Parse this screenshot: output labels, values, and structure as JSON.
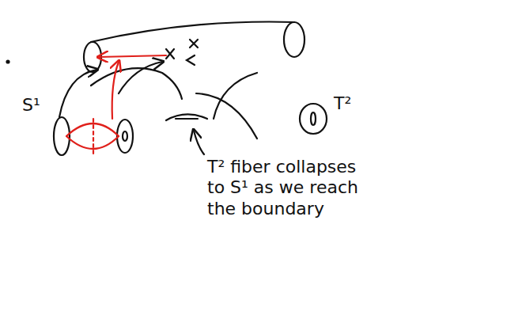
{
  "diagram": {
    "labels": [
      "S¹",
      "T²",
      "T² fiber collapses to S¹ as we reach the boundary"
    ]
  }
}
